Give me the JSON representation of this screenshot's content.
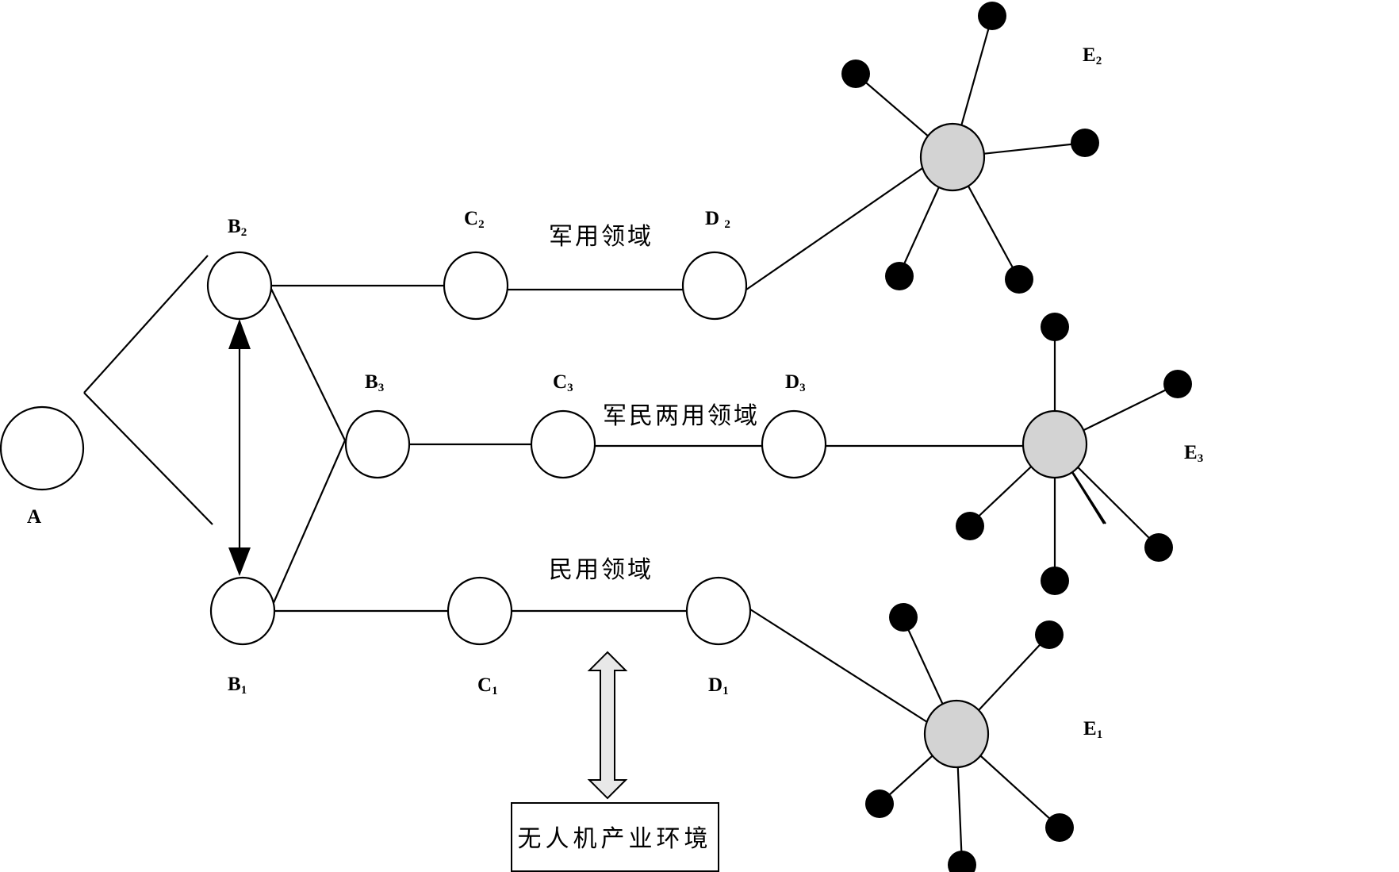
{
  "nodes": {
    "A": {
      "label": "A",
      "sub": ""
    },
    "B1": {
      "label": "B",
      "sub": "1"
    },
    "B2": {
      "label": "B",
      "sub": "2"
    },
    "B3": {
      "label": "B",
      "sub": "3"
    },
    "C1": {
      "label": "C",
      "sub": "1"
    },
    "C2": {
      "label": "C",
      "sub": "2"
    },
    "C3": {
      "label": "C",
      "sub": "3"
    },
    "D1": {
      "label": "D",
      "sub": "1"
    },
    "D2": {
      "label": "D ",
      "sub": "2"
    },
    "D3": {
      "label": "D",
      "sub": "3"
    },
    "E1": {
      "label": "E",
      "sub": "1"
    },
    "E2": {
      "label": "E",
      "sub": "2"
    },
    "E3": {
      "label": "E",
      "sub": "3"
    }
  },
  "domains": {
    "military": "军用领域",
    "dual_use": "军民两用领域",
    "civil": "民用领域"
  },
  "environment_box": "无人机产业环境",
  "colors": {
    "line": "#000000",
    "hub_fill": "#d3d3d3",
    "leaf_fill": "#000000",
    "node_fill": "#ffffff",
    "arrow_fill": "#e8e8e8"
  }
}
